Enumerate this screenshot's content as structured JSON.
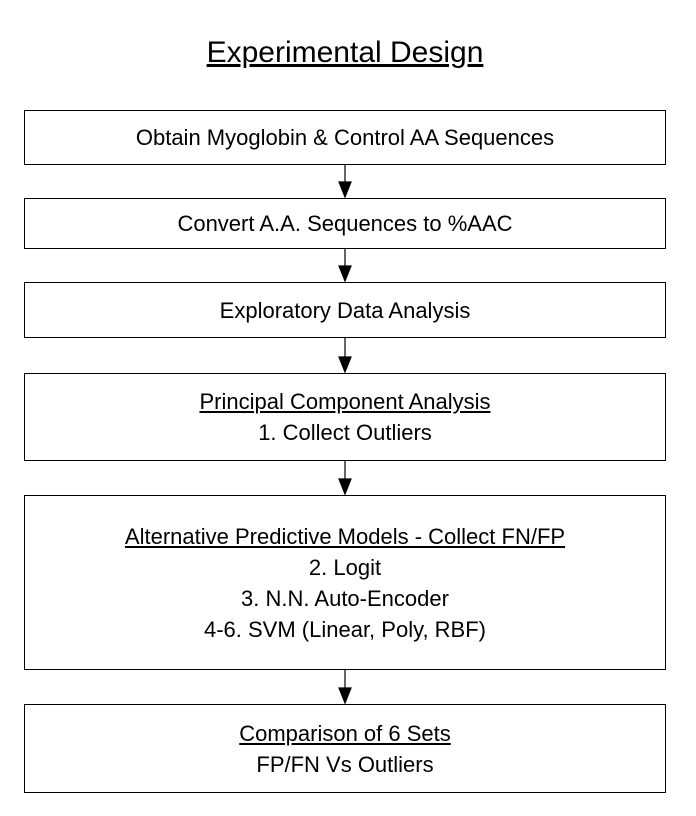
{
  "title": "Experimental Design",
  "steps": [
    {
      "lines": [
        "Obtain Myoglobin & Control AA Sequences"
      ]
    },
    {
      "lines": [
        "Convert A.A. Sequences to %AAC"
      ]
    },
    {
      "lines": [
        "Exploratory Data Analysis"
      ]
    },
    {
      "heading": "Principal Component Analysis",
      "lines": [
        "1. Collect Outliers"
      ]
    },
    {
      "heading": "Alternative Predictive Models - Collect FN/FP",
      "lines": [
        "2. Logit",
        "3. N.N. Auto-Encoder",
        "4-6. SVM (Linear, Poly, RBF)"
      ]
    },
    {
      "heading": "Comparison of 6 Sets",
      "lines": [
        "FP/FN Vs Outliers"
      ]
    }
  ]
}
